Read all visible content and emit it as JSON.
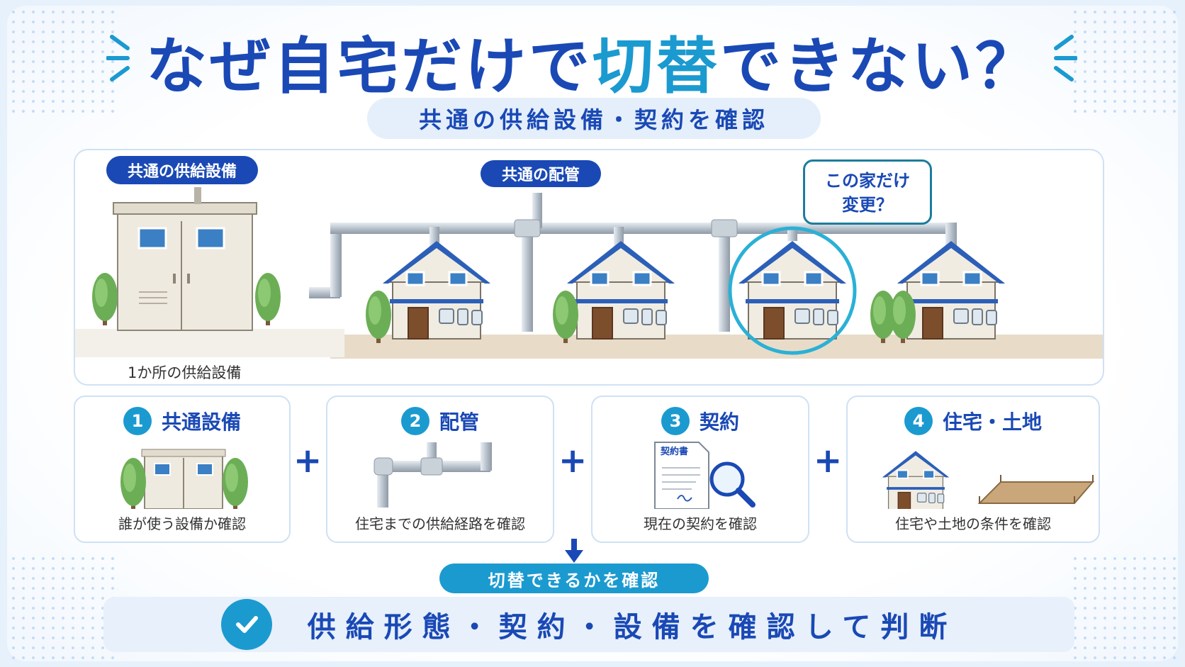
{
  "title": {
    "part1": "なぜ自宅だけで",
    "highlight": "切替",
    "part2": "できない？"
  },
  "subtitle": "共通の供給設備・契約を確認",
  "scene": {
    "label_facility": "共通の供給設備",
    "label_piping": "共通の配管",
    "bubble_line1": "この家だけ",
    "bubble_line2": "変更？",
    "caption": "1か所の供給設備"
  },
  "steps": [
    {
      "num": "1",
      "title": "共通設備",
      "desc": "誰が使う設備か確認",
      "icon": "facility-icon"
    },
    {
      "num": "2",
      "title": "配管",
      "desc": "住宅までの供給経路を確認",
      "icon": "pipe-icon"
    },
    {
      "num": "3",
      "title": "契約",
      "desc": "現在の契約を確認",
      "icon": "contract-magnifier-icon",
      "doc_label": "契約書"
    },
    {
      "num": "4",
      "title": "住宅・土地",
      "desc": "住宅や土地の条件を確認",
      "icon": "house-land-icon"
    }
  ],
  "plus_sign": "+",
  "result": "切替できるかを確認",
  "conclusion": "供給形態・契約・設備を確認して判断",
  "colors": {
    "primary": "#1a49b5",
    "accent": "#1b9ad0",
    "panel": "#e7f0fb"
  }
}
